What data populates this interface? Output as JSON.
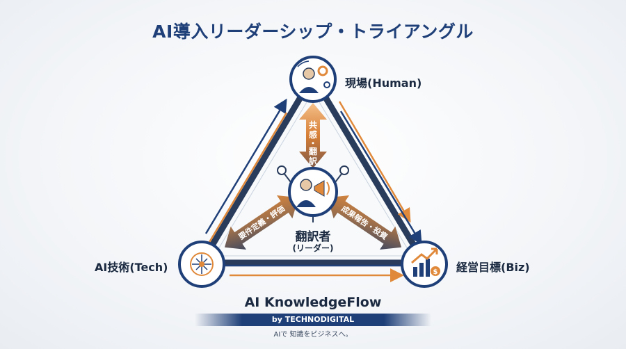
{
  "title": "AI導入リーダーシップ・トライアングル",
  "nodes": {
    "top": {
      "label": "現場(Human)"
    },
    "left": {
      "label": "AI技術(Tech)"
    },
    "right": {
      "label": "経営目標(Biz)"
    },
    "center": {
      "label": "翻訳者",
      "sublabel": "(リーダー)"
    }
  },
  "arrows": {
    "top": "共感・翻訳",
    "left": "要件定義・評価",
    "right": "成果報告・投資"
  },
  "brand": {
    "name": "AI KnowledgeFlow",
    "byline": "by TECHNODIGITAL",
    "tagline": "AIで 知識をビジネスへ。"
  },
  "colors": {
    "navy": "#1f3f78",
    "orange": "#e0893a",
    "dark": "#1b2a40"
  }
}
